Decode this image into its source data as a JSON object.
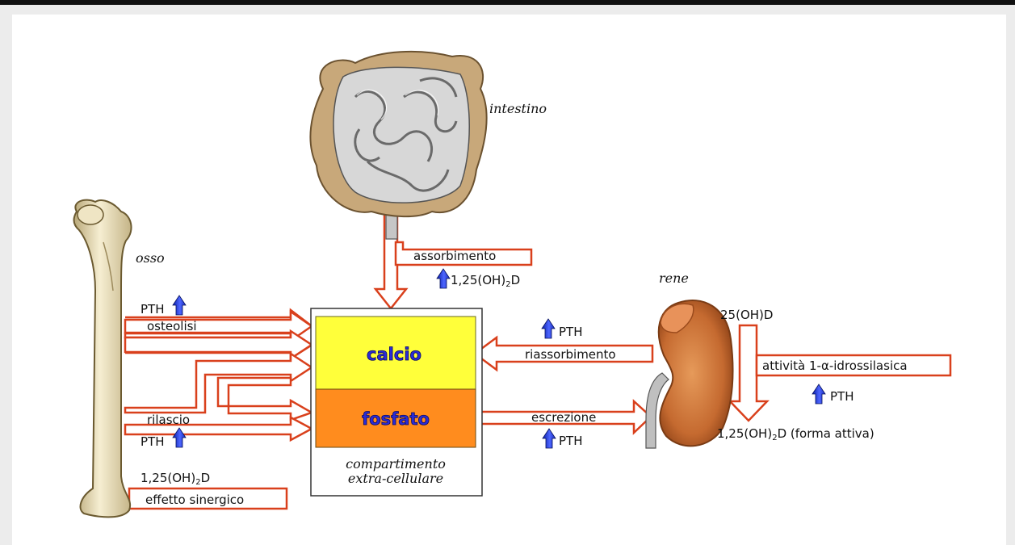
{
  "organs": {
    "intestine": "intestino",
    "bone": "osso",
    "kidney": "rene"
  },
  "compartment": {
    "calcium": "calcio",
    "phosphate": "fosfato",
    "caption_line1": "compartimento",
    "caption_line2": "extra-cellulare"
  },
  "labels": {
    "absorption": "assorbimento",
    "vitd_intestine": "1,25(OH)",
    "vitd_intestine_sub": "2",
    "vitd_intestine_end": "D",
    "pth_osteolysis": "PTH",
    "osteolysis": "osteolisi",
    "release": "rilascio",
    "pth_release": "PTH",
    "vitd_bone": "1,25(OH)",
    "vitd_bone_sub": "2",
    "vitd_bone_end": "D",
    "synergy": "effetto sinergico",
    "pth_reabsorption": "PTH",
    "reabsorption": "riassorbimento",
    "excretion": "escrezione",
    "pth_excretion": "PTH",
    "precursor": "25(OH)D",
    "hydroxylase": "attività 1-α-idrossilasica",
    "pth_hydroxylase": "PTH",
    "active_form": "1,25(OH)",
    "active_form_sub": "2",
    "active_form_end": "D (forma attiva)"
  },
  "colors": {
    "arrow_outline": "#d9401c",
    "calcium_fill": "#ffff3a",
    "phosphate_fill": "#ff8c1e",
    "up_arrow": "#2a3fe0",
    "title_text": "#2b2bd6",
    "bone": "#ece2be",
    "kidney": "#c8733a"
  },
  "icons": {
    "up_arrow": "up-arrow-icon",
    "bone": "femur-icon",
    "kidney": "kidney-icon",
    "intestine": "intestine-icon"
  }
}
